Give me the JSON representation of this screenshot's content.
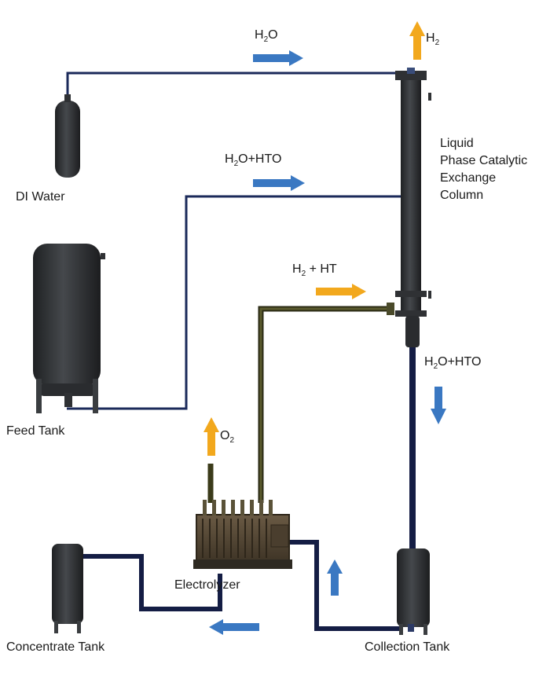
{
  "diagram": {
    "labels": {
      "di_water": "DI Water",
      "feed_tank": "Feed Tank",
      "electrolyzer": "Electrolyzer",
      "concentrate_tank": "Concentrate Tank",
      "collection_tank": "Collection Tank",
      "column_line1": "Liquid",
      "column_line2": "Phase Catalytic",
      "column_line3": "Exchange",
      "column_line4": "Column"
    },
    "flows": {
      "h2o": {
        "base": "H",
        "sub": "2",
        "rest": "O"
      },
      "h2o_hto_feed": {
        "base": "H",
        "sub": "2",
        "rest": "O+HTO"
      },
      "h2_ht": {
        "base": "H",
        "sub": "2",
        "rest": " + HT"
      },
      "h2_out": {
        "base": "H",
        "sub": "2",
        "rest": ""
      },
      "o2_out": {
        "base": "O",
        "sub": "2",
        "rest": ""
      },
      "h2o_hto_down": {
        "base": "H",
        "sub": "2",
        "rest": "O+HTO"
      }
    },
    "colors": {
      "water_arrow": "#3a78c2",
      "gas_arrow": "#f2a81d",
      "water_pipe": "#1b2a5a",
      "gas_pipe": "#3a3a1c",
      "equipment": "#2f3134"
    }
  }
}
